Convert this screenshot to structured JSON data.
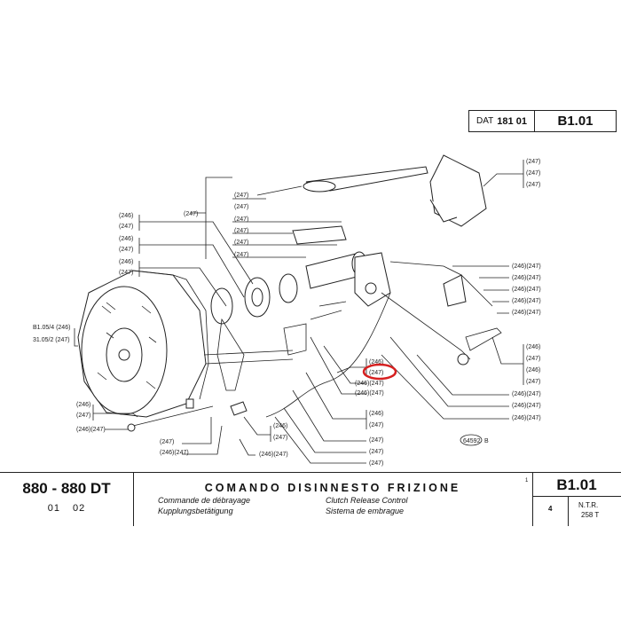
{
  "header": {
    "dat_label": "DAT",
    "dat_number": "181 01",
    "code": "B1.01"
  },
  "labels": [
    "(247)",
    "(247)",
    "(247)",
    "(247)",
    "(247)",
    "(247)",
    "(247)",
    "(247)",
    "(247)",
    "(247)",
    "(246)(247)",
    "(246)(247)",
    "(246)(247)",
    "(246)(247)",
    "(246)(247)",
    "(246)",
    "(247)",
    "(246)",
    "(247)",
    "(246)(247)",
    "(246)(247)",
    "(246)(247)",
    "(246)",
    "(247)",
    "(246)",
    "(247)",
    "(246)",
    "(247)",
    "B1.05/4 (246)",
    "31.05/2 (247)",
    "(246)",
    "(247)",
    "(246)(247)",
    "(247)",
    "(246)(247)",
    "(246)",
    "(247)",
    "(246)(247)",
    "(246)",
    "(247)",
    "(246)(247)",
    "(246)(247)",
    "(246)",
    "(247)",
    "(247)",
    "(247)",
    "(247)"
  ],
  "highlighted_label_index": 39,
  "highlight_color": "#d62020",
  "figure_ref": {
    "number": "64592",
    "suffix": "B"
  },
  "footer": {
    "model": "880 - 880 DT",
    "variants": "01 02",
    "title": "COMANDO DISINNESTO FRIZIONE",
    "fr": "Commande de débrayage",
    "de": "Kupplungsbetätigung",
    "en": "Clutch Release Control",
    "es": "Sistema de embrague",
    "mark": "1",
    "code": "B1.01",
    "page": "4",
    "ntr": "N.T.R.",
    "ntr_code": "258 T"
  }
}
